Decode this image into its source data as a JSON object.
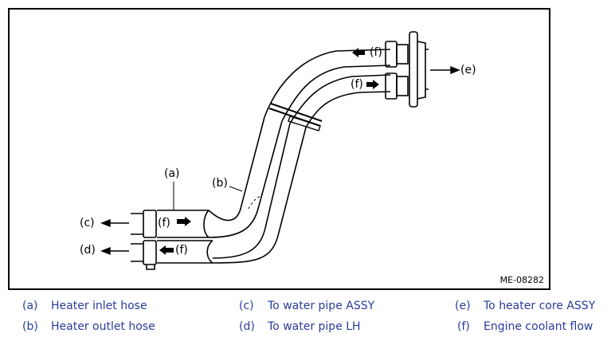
{
  "figure": {
    "code": "ME-08282",
    "callouts": {
      "a": "(a)",
      "b": "(b)",
      "c": "(c)",
      "d": "(d)",
      "e": "(e)",
      "f1": "(f)",
      "f2": "(f)",
      "f3": "(f)",
      "f4": "(f)"
    }
  },
  "legend": [
    {
      "key": "(a)",
      "text": "Heater inlet hose"
    },
    {
      "key": "(b)",
      "text": "Heater outlet hose"
    },
    {
      "key": "(c)",
      "text": "To water pipe ASSY"
    },
    {
      "key": "(d)",
      "text": "To water pipe LH"
    },
    {
      "key": "(e)",
      "text": "To heater core ASSY"
    },
    {
      "key": "(f)",
      "text": "Engine coolant flow"
    }
  ],
  "colors": {
    "legend_text": "#2a3a9e",
    "line": "#000000"
  }
}
